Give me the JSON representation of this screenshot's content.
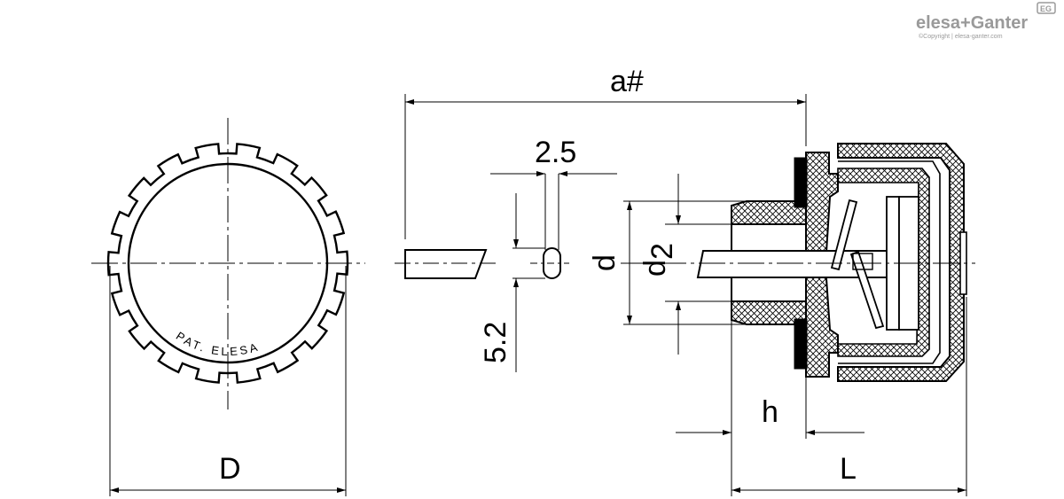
{
  "logo": {
    "brand": "elesa+Ganter",
    "badge": "EG",
    "copyright": "©Copyright | elesa-ganter.com"
  },
  "knob_front": {
    "marking": "PAT. ELESA"
  },
  "dimensions": {
    "a": "a#",
    "slot_width": "2.5",
    "slot_length": "5.2",
    "d": "d",
    "d2_base": "d",
    "d2_sub": "2",
    "h": "h",
    "D": "D",
    "L": "L"
  },
  "colors": {
    "line": "#000000",
    "logo": "#9a9a9a"
  }
}
